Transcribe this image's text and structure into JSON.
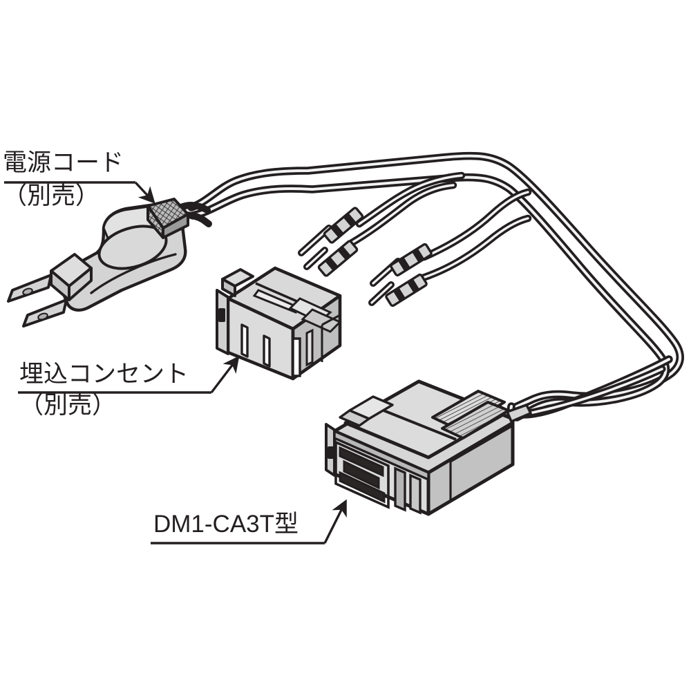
{
  "diagram": {
    "type": "technical-illustration",
    "subject": "wiring diagram of DM1-CA3T device with embedded outlet and power cord",
    "background_color": "#ffffff",
    "line_color": "#231f20",
    "body_fill": "#d4d4d4",
    "body_fill_light": "#e8e8e8",
    "body_fill_dark": "#b9b9b9",
    "labels": [
      {
        "name": "power-cord",
        "line1": "電源コード",
        "line2": "（別売）",
        "underline": true,
        "leader": "arrow pointing down-right to plug strain relief"
      },
      {
        "name": "embedded-outlet",
        "line1": "埋込コンセント",
        "line2": "（別売）",
        "underline": true,
        "leader": "diagonal line up-right to outlet body"
      },
      {
        "name": "device-model",
        "line1": "DM1-CA3T型",
        "line2": "",
        "underline": true,
        "leader": "diagonal line up-right to device body"
      }
    ],
    "components": [
      {
        "name": "power-plug",
        "description": "two-blade AC plug with oval grip and ribbed strain relief"
      },
      {
        "name": "embedded-outlet",
        "description": "isometric receptacle block with vertical slots"
      },
      {
        "name": "dm1-ca3t-device",
        "description": "larger isometric controller block with vent grille and connector ports"
      },
      {
        "name": "pin-terminals",
        "count": 4,
        "description": "pin-type wire terminals with banded ferrules"
      },
      {
        "name": "cable-loops",
        "count": 2,
        "description": "long parallel cable loops routed right and returning"
      }
    ]
  }
}
